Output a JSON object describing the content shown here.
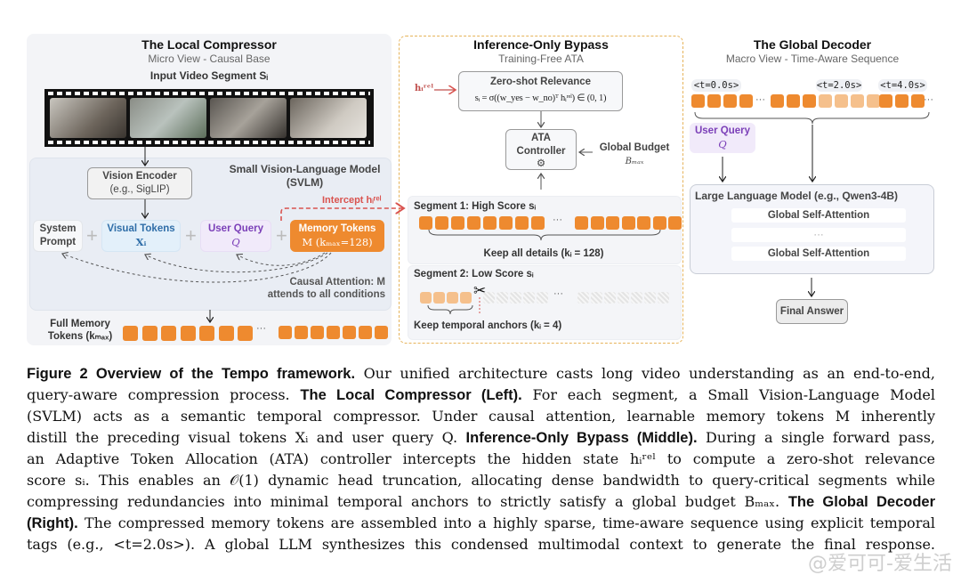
{
  "colors": {
    "token": "#ee8a2f",
    "token_light": "#f5c08c",
    "query": "#7b3fb8",
    "visual": "#2f6ea8",
    "intercept": "#d9534f",
    "bypass_border": "#e6b35a"
  },
  "left": {
    "title": "The Local Compressor",
    "subtitle": "Micro View - Causal Base",
    "input_label": "Input Video Segment Sᵢ",
    "svlm_label_1": "Small Vision-Language Model",
    "svlm_label_2": "(SVLM)",
    "vision_encoder_1": "Vision Encoder",
    "vision_encoder_2": "(e.g., SigLIP)",
    "intercept": "Intercept hᵢʳᵉˡ",
    "system_prompt_1": "System",
    "system_prompt_2": "Prompt",
    "visual_tokens_1": "Visual Tokens",
    "visual_tokens_2": "Xᵢ",
    "user_query_1": "User Query",
    "user_query_2": "Q",
    "memory_tokens_1": "Memory Tokens",
    "memory_tokens_2": "M (kₘₐₓ=128)",
    "plus": "+",
    "causal_1": "Causal Attention: M",
    "causal_2": "attends to all conditions",
    "full_memory_1": "Full Memory",
    "full_memory_2": "Tokens (kₘₐₓ)",
    "ellipsis": "···"
  },
  "middle": {
    "title": "Inference-Only Bypass",
    "subtitle": "Training-Free ATA",
    "h_input": "hᵢʳᵉˡ",
    "relevance_title": "Zero-shot Relevance",
    "relevance_formula": "sᵢ = σ((w_yes − w_no)ᵀ hᵢʳᵉˡ) ∈ (0, 1)",
    "ata_1": "ATA",
    "ata_2": "Controller",
    "gear": "⚙",
    "budget_1": "Global Budget",
    "budget_2": "Bₘₐₓ",
    "seg1_title": "Segment 1: High Score sᵢ",
    "seg1_caption": "Keep all details (kᵢ = 128)",
    "seg2_title": "Segment 2: Low Score sᵢ",
    "seg2_caption": "Keep temporal anchors (kᵢ = 4)",
    "scissors": "✂",
    "ellipsis": "···"
  },
  "right": {
    "title": "The Global Decoder",
    "subtitle": "Macro View - Time-Aware Sequence",
    "tags": [
      "<t=0.0s>",
      "<t=2.0s>",
      "<t=4.0s>"
    ],
    "user_query_1": "User Query",
    "user_query_2": "Q",
    "llm_label": "Large Language Model (e.g., Qwen3-4B)",
    "layers": [
      "Global Self-Attention",
      "···",
      "Global Self-Attention"
    ],
    "final_answer": "Final Answer",
    "ellipsis": "···"
  },
  "caption": {
    "lines": [
      [
        {
          "t": "Figure 2  Overview of the Tempo framework.",
          "b": true
        },
        {
          "t": " Our unified architecture casts long video understanding as an end-to-end,"
        }
      ],
      [
        {
          "t": "query-aware compression process. "
        },
        {
          "t": "The Local Compressor (Left).",
          "b": true
        },
        {
          "t": " For each segment, a Small Vision-Language Model"
        }
      ],
      [
        {
          "t": "(SVLM) acts as a semantic temporal compressor. Under causal attention, learnable memory tokens M inherently"
        }
      ],
      [
        {
          "t": "distill the preceding visual tokens Xᵢ and user query Q. "
        },
        {
          "t": "Inference-Only Bypass (Middle).",
          "b": true
        },
        {
          "t": " During a single forward pass,"
        }
      ],
      [
        {
          "t": "an Adaptive Token Allocation (ATA) controller intercepts the hidden state hᵢʳᵉˡ to compute a zero-shot relevance"
        }
      ],
      [
        {
          "t": "score sᵢ. This enables an 𝒪(1) dynamic head truncation, allocating dense bandwidth to query-critical segments while"
        }
      ],
      [
        {
          "t": "compressing redundancies into minimal temporal anchors to strictly satisfy a global budget Bₘₐₓ. "
        },
        {
          "t": "The Global Decoder",
          "b": true
        }
      ],
      [
        {
          "t": "(Right).",
          "b": true
        },
        {
          "t": " The compressed memory tokens are assembled into a highly sparse, time-aware sequence using explicit temporal"
        }
      ],
      [
        {
          "t": "tags (e.g., <t=2.0s>). A global LLM synthesizes this condensed multimodal context to generate the final response."
        }
      ]
    ]
  },
  "watermark": "@爱可可-爱生活"
}
